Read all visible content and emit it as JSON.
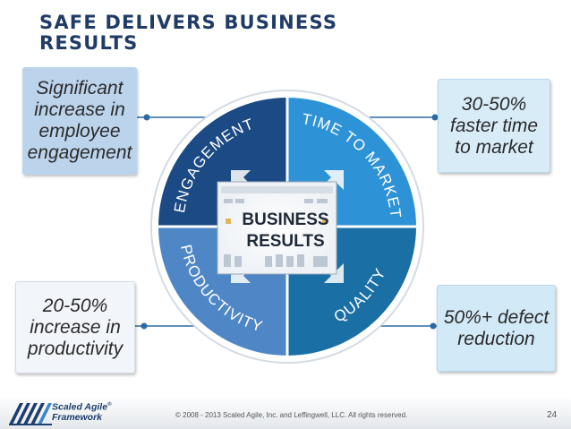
{
  "slide": {
    "title_lines": [
      "SAFE DELIVERS BUSINESS",
      "RESULTS"
    ],
    "page_number": "24",
    "copyright": "© 2008 - 2013 Scaled Agile, Inc. and Leffingwell, LLC. All rights reserved."
  },
  "logo": {
    "lines": [
      "Scaled Agile",
      "Framework"
    ],
    "trademark": "®",
    "icon": "framework-stripes-icon"
  },
  "center": {
    "lines": [
      "BUSINESS",
      "RESULTS"
    ]
  },
  "segments": [
    {
      "label": "ENGAGEMENT",
      "color": "#1b4a84"
    },
    {
      "label": "TIME TO MARKET",
      "color": "#2e93d6"
    },
    {
      "label": "PRODUCTIVITY",
      "color": "#4f87c6"
    },
    {
      "label": "QUALITY",
      "color": "#1a6fa5"
    }
  ],
  "callouts": {
    "top_left": {
      "lines": [
        "Significant",
        "increase in",
        "employee",
        "engagement"
      ]
    },
    "top_right": {
      "lines": [
        "30-50%",
        "faster time",
        "to market"
      ]
    },
    "bottom_left": {
      "lines": [
        "20-50%",
        "increase in",
        "productivity"
      ]
    },
    "bottom_right": {
      "lines": [
        "50%+ defect",
        "reduction"
      ]
    }
  },
  "colors": {
    "title": "#1f3b66",
    "connector": "#2b6aa3"
  }
}
